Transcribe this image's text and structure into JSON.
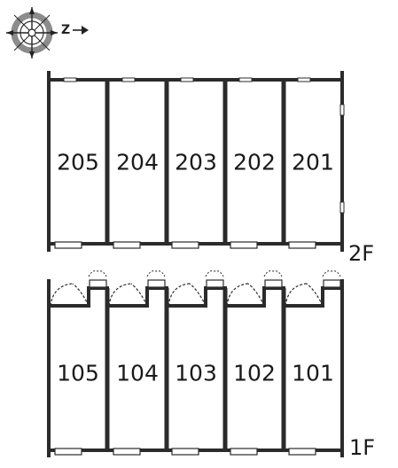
{
  "compass": {
    "letter": "Z"
  },
  "floors": [
    {
      "id": "2F",
      "label": "2F",
      "units": [
        "205",
        "204",
        "203",
        "202",
        "201"
      ]
    },
    {
      "id": "1F",
      "label": "1F",
      "units": [
        "105",
        "104",
        "103",
        "102",
        "101"
      ]
    }
  ],
  "colors": {
    "wall": "#2b2b2b",
    "compass_ring": "#8c8c8c"
  }
}
